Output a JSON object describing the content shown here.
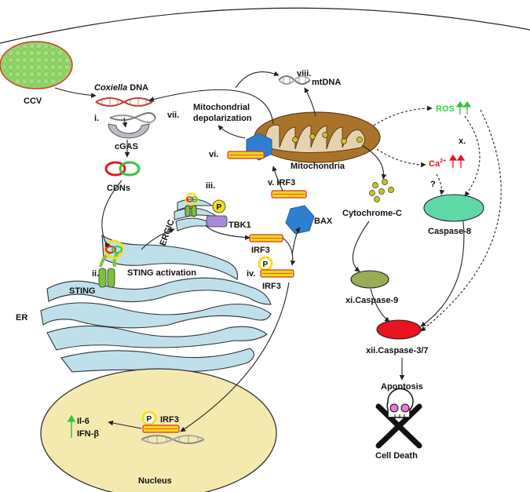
{
  "labels": {
    "ccv": "CCV",
    "coxiella_italic": "Coxiella",
    "coxiella_rest": " DNA",
    "step_i": "i.",
    "cgas": "cGAS",
    "cdns": "CDNs",
    "step_ii": "ii.",
    "sting_activation": "STING activation",
    "sting": "STING",
    "er": "ER",
    "ergic": "ERGIC",
    "step_iii": "iii.",
    "tbk1": "TBK1",
    "irf3_mid": "IRF3",
    "step_iv": "iv.",
    "irf3_iv": "IRF3",
    "step_v": "v. IRF3",
    "bax": "BAX",
    "step_vi": "vi.",
    "step_vii": "vii.",
    "mito_depol_1": "Mitochondrial",
    "mito_depol_2": "depolarization",
    "step_viii": "viii.",
    "mtdna": "mtDNA",
    "mitochondria": "Mitochondria",
    "ros": "ROS",
    "step_x": "x.",
    "ca_base": "Ca",
    "ca_sup": "2+",
    "question": "?",
    "cytochrome_c": "Cytochrome-C",
    "caspase8": "Caspase-8",
    "caspase9": "xi.Caspase-9",
    "caspase37": "xii.Caspase-3/7",
    "apoptosis": "Apoptosis",
    "cell_death": "Cell Death",
    "il6": "Il-6",
    "ifnb": "IFN-β",
    "irf3_nucleus": "IRF3",
    "nucleus": "Nucleus",
    "phospho": "P"
  },
  "colors": {
    "ccv_fill": "#8fd46a",
    "ccv_border": "#d9342b",
    "mitochondria": "#a9742a",
    "mito_inner": "#e6d2b0",
    "er": "#bfe0ea",
    "nucleus": "#f4eab0",
    "irf3_bar": "#f2d51b",
    "irf3_border": "#d9342b",
    "phospho_ring": "#f2e01b",
    "tbk1": "#a78ad6",
    "bax": "#2f7fd1",
    "sting": "#7ec23a",
    "caspase8": "#5fd8a8",
    "caspase9": "#9aab55",
    "caspase37": "#e8141e",
    "ros": "#35d43a",
    "calcium": "#e8141e",
    "cytochrome": "#c9c417",
    "up_arrow_green": "#35c43a"
  }
}
